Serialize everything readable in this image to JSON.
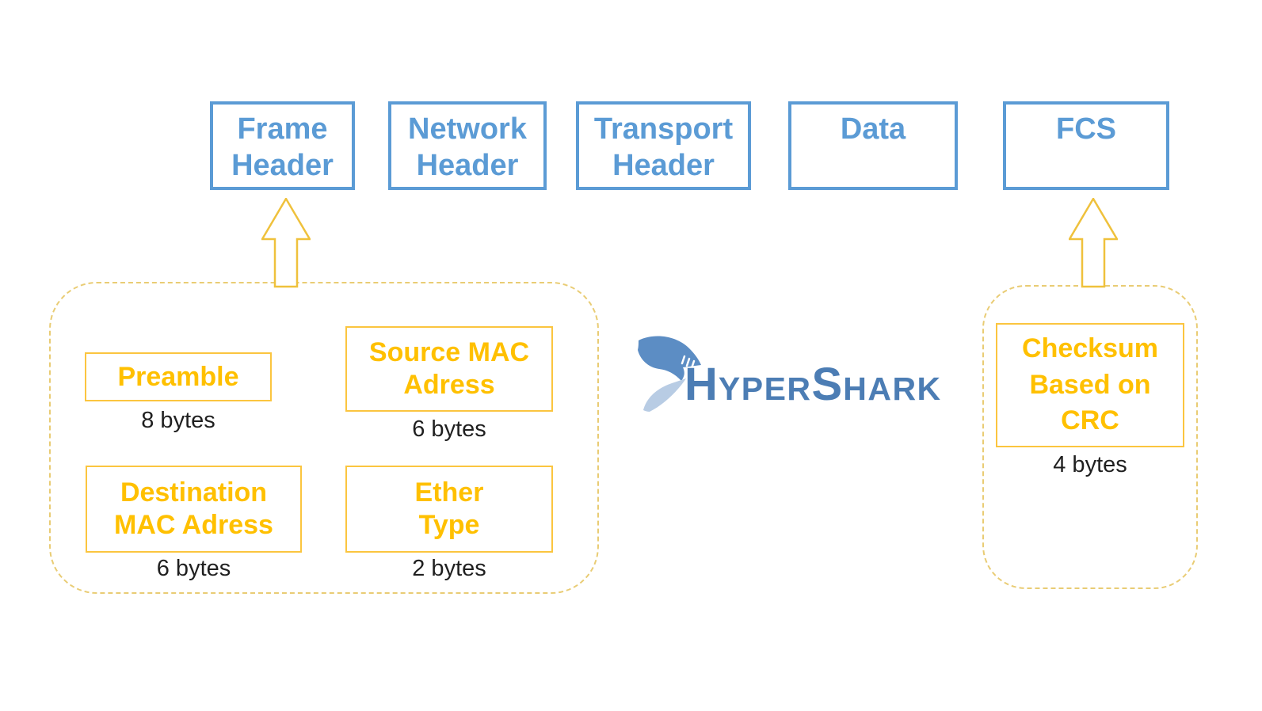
{
  "palette": {
    "blue": "#5B9BD5",
    "gold": "#FFC000",
    "gold-box-border": "#FBC53F",
    "gold-dash": "#E9CC74",
    "gold-arrow": "#EFC13C",
    "label-ink": "#1F1F1F",
    "logo-blue": "#4C7DB4",
    "shark-dark": "#5C8DC4",
    "shark-light": "#B8CCE4"
  },
  "top_row": [
    {
      "label": "Frame Header"
    },
    {
      "label": "Network Header"
    },
    {
      "label": "Transport Header"
    },
    {
      "label": "Data"
    },
    {
      "label": "FCS"
    }
  ],
  "frame_header_group": {
    "fields": [
      {
        "lines": [
          "Preamble"
        ],
        "size": "8 bytes"
      },
      {
        "lines": [
          "Source MAC",
          "Adress"
        ],
        "size": "6 bytes"
      },
      {
        "lines": [
          "Destination",
          "MAC Adress"
        ],
        "size": "6 bytes"
      },
      {
        "lines": [
          "Ether",
          "Type"
        ],
        "size": "2 bytes"
      }
    ]
  },
  "fcs_group": {
    "fields": [
      {
        "lines": [
          "Checksum",
          "Based on",
          "CRC"
        ],
        "size": "4 bytes"
      }
    ]
  },
  "logo": {
    "icon": "shark-icon",
    "word_parts": [
      {
        "text": "H"
      },
      {
        "text": "YPER"
      },
      {
        "text": "S"
      },
      {
        "text": "HARK"
      }
    ]
  }
}
